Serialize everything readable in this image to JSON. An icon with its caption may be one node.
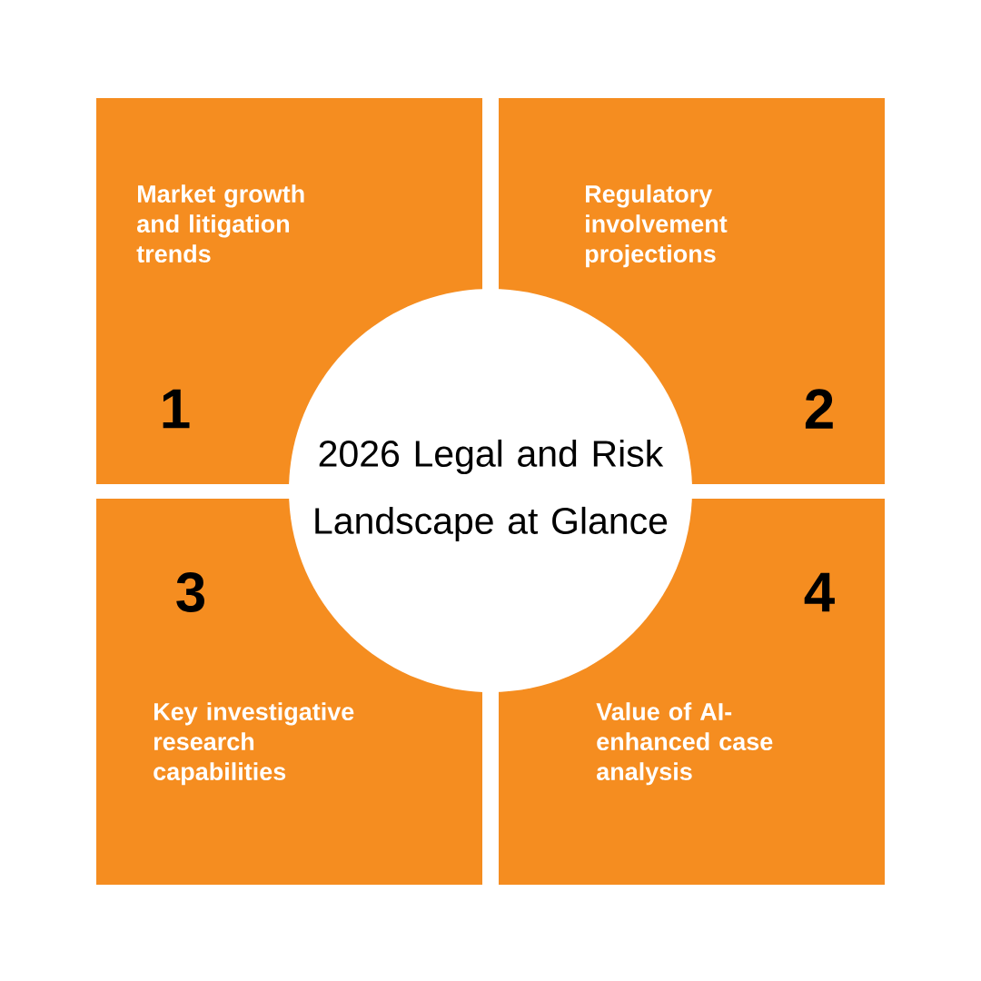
{
  "diagram": {
    "nodes": [
      {
        "text": [
          "Market growth and litigation trends",
          "1"
        ]
      },
      {
        "text": [
          "Regulatory involvement projections",
          "2"
        ]
      },
      {
        "text": [
          "3",
          "Key investigative research capabilities"
        ]
      },
      {
        "text": [
          "4",
          "Value of AI-enhanced case analysis"
        ]
      },
      {
        "text": [
          "2026 Legal and Risk Landscape at Glance"
        ]
      }
    ]
  }
}
